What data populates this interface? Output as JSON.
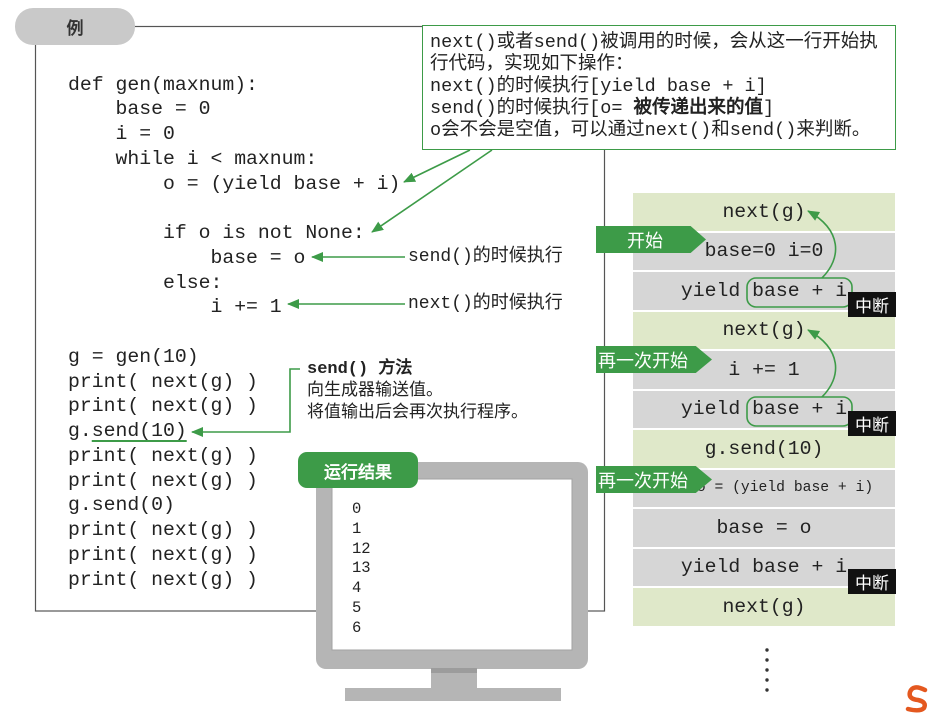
{
  "tab": {
    "label": "例"
  },
  "callout": {
    "line1": "next()或者send()被调用的时候，会从这一行开始执",
    "line2": "行代码，实现如下操作：",
    "line3": "next()的时候执行[yield base + i]",
    "line4": {
      "before": "send()的时候执行[o= ",
      "bold": "被传递出来的值",
      "after": "]"
    },
    "line5": "o会不会是空值，可以通过next()和send()来判断。"
  },
  "code": {
    "function": [
      "def gen(maxnum):",
      "    base = 0",
      "    i = 0",
      "    while i < maxnum:",
      "        o = (yield base + i)",
      "        if o is not None:",
      "            base = o",
      "        else:",
      "            i += 1"
    ],
    "main_before": [
      "g = gen(10)",
      "print( next(g) )",
      "print( next(g) )"
    ],
    "send_call": {
      "prefix": "g.",
      "method": "send(10)"
    },
    "main_after": [
      "print( next(g) )",
      "print( next(g) )",
      "g.send(0)",
      "print( next(g) )",
      "print( next(g) )",
      "print( next(g) )"
    ]
  },
  "annotations": {
    "send_branch": "send()的时候执行",
    "next_branch": "next()的时候执行"
  },
  "send_note": {
    "title": "send() 方法",
    "lines": [
      "向生成器输送值。",
      "将值输出后会再次执行程序。"
    ]
  },
  "output": {
    "label": "运行结果",
    "values": [
      "0",
      "1",
      "12",
      "13",
      "4",
      "5",
      "6"
    ]
  },
  "flow": {
    "rows": [
      "next(g)",
      "base=0 i=0",
      "yield base + i",
      "next(g)",
      "i += 1",
      "yield base + i",
      "g.send(10)",
      "o = (yield base + i)",
      "base = o",
      "yield base + i",
      "next(g)"
    ],
    "start_label": "开始",
    "restart_labels": [
      "再一次开始",
      "再一次开始"
    ],
    "pause_labels": [
      "中断",
      "中断",
      "中断"
    ]
  },
  "colors": {
    "accent": "#3d9b48",
    "call_row": "#dfe8c9",
    "exec_row": "#d6d6d6",
    "tab": "#c9c9c9",
    "monitor": "#b5b5b5",
    "pause_tag": "#111111",
    "frame": "#555555",
    "logo": "#e4581f"
  }
}
